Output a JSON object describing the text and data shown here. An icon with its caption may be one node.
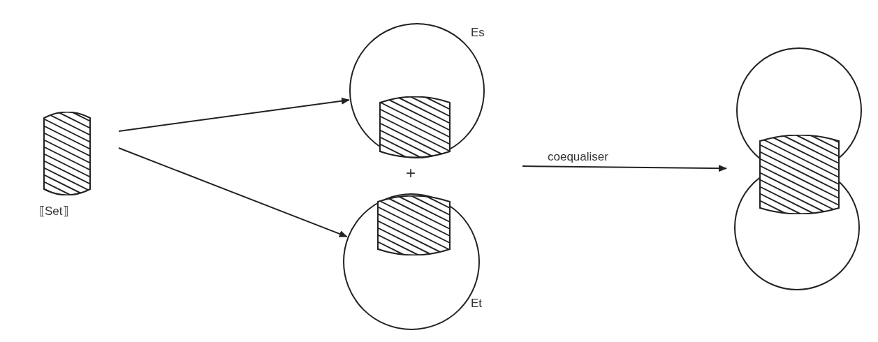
{
  "diagram": {
    "nodes": [
      {
        "text": [],
        "shape": "picture",
        "beside": [
          "⟦Set⟧"
        ]
      },
      {
        "text": [
          "Es"
        ]
      },
      {
        "text": [],
        "shape": "picture",
        "in": 1
      },
      {
        "text": [
          "Et"
        ]
      },
      {
        "text": [],
        "shape": "picture",
        "in": 3
      },
      {
        "text": [],
        "shape": "picture"
      }
    ],
    "edges": [
      {
        "from": 0,
        "to": 1,
        "arrow": "to"
      },
      {
        "from": 0,
        "to": 3,
        "arrow": "to"
      },
      {
        "from": null,
        "to": 5,
        "arrow": "to",
        "label": "coequaliser"
      }
    ],
    "labels": [
      "+"
    ]
  }
}
